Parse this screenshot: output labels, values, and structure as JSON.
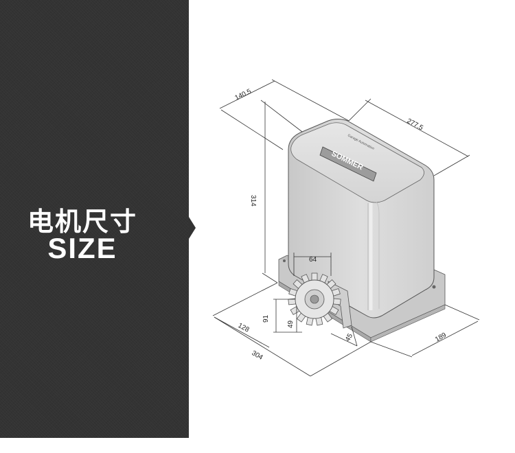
{
  "heading": {
    "title_cn": "电机尺寸",
    "title_en": "SIZE"
  },
  "product": {
    "brand_label": "SOMMER",
    "brand_sublabel": "Garage Automation"
  },
  "dimensions": {
    "top_width": "140.5",
    "top_depth": "277.5",
    "height": "314",
    "gear_width": "64",
    "base_side": "128",
    "total_length": "304",
    "gear_height": "91",
    "gear_center": "49",
    "gear_offset": "45",
    "base_depth": "189"
  },
  "colors": {
    "panel": "#333333",
    "housing": "#d9d9d9",
    "gear": "#e6e6e6"
  }
}
